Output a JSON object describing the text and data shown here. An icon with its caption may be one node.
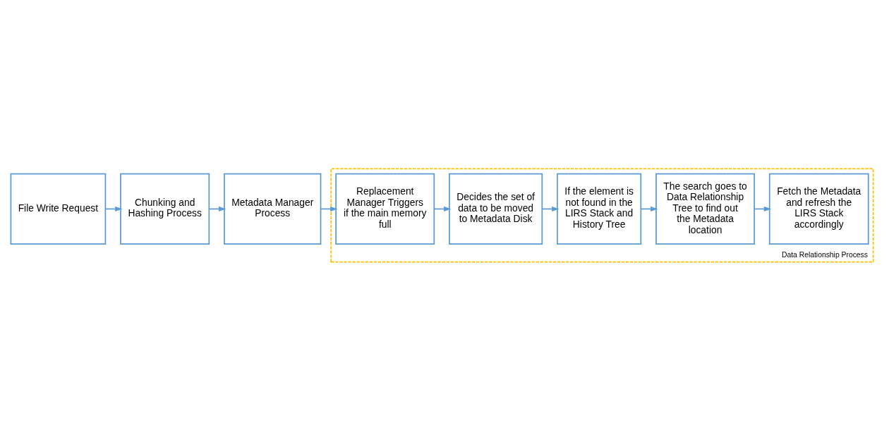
{
  "diagram": {
    "nodes": [
      {
        "text": [
          "File Write Request"
        ]
      },
      {
        "text": [
          "Chunking and Hashing Process"
        ]
      },
      {
        "text": [
          "Metadata Manager Process"
        ]
      },
      {
        "text": [
          "Data Relationship Process"
        ]
      },
      {
        "text": [
          "Replacement Manager Triggers if the main memory full"
        ],
        "in": 3
      },
      {
        "text": [
          "Decides the set of data to be moved to Metadata Disk"
        ],
        "in": 3
      },
      {
        "text": [
          "If the element is not found in the LIRS Stack and History Tree"
        ],
        "in": 3
      },
      {
        "text": [
          "The search goes to Data Relationship Tree to find out the Metadata location"
        ],
        "in": 3
      },
      {
        "text": [
          "Fetch the Metadata and refresh the LIRS Stack accordingly"
        ],
        "in": 3
      }
    ],
    "edges": [
      {
        "from": 0,
        "to": 1,
        "arrow": "to"
      },
      {
        "from": 1,
        "to": 2,
        "arrow": "to"
      },
      {
        "from": 2,
        "to": 4,
        "arrow": "to"
      },
      {
        "from": 4,
        "to": 5,
        "arrow": "to"
      },
      {
        "from": 5,
        "to": 6,
        "arrow": "to"
      },
      {
        "from": 6,
        "to": 7,
        "arrow": "to"
      },
      {
        "from": 7,
        "to": 8,
        "arrow": "to"
      }
    ]
  }
}
